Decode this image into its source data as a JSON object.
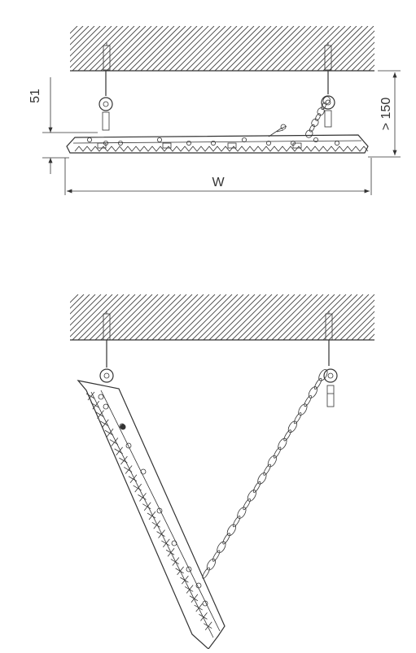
{
  "diagram": {
    "top_view": {
      "dim_height_label": "51",
      "dim_clearance_label": "> 150",
      "dim_width_label": "W"
    },
    "colors": {
      "line": "#333333",
      "background": "#ffffff"
    }
  }
}
